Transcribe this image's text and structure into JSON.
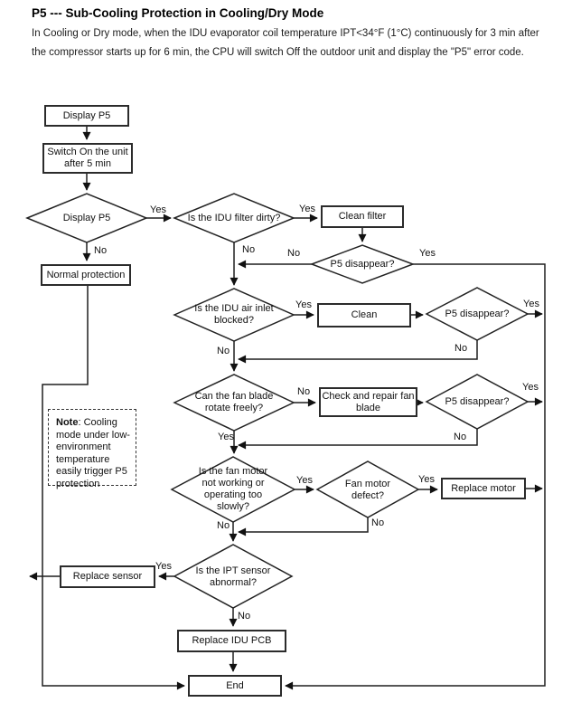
{
  "page": {
    "title": "P5 --- Sub-Cooling Protection in Cooling/Dry Mode",
    "description": [
      "In Cooling or Dry mode, when the IDU evaporator coil temperature IPT<34°F (1°C) continuously for 3 min after",
      "the compressor starts up for 6 min, the CPU will switch Off the outdoor unit and display the \"P5\" error code."
    ]
  },
  "flowchart": {
    "nodes": {
      "display_p5_start": "Display P5",
      "switch_on": "Switch On the unit after 5 min",
      "display_p5_decision": "Display P5",
      "normal_protection": "Normal protection",
      "filter_dirty": "Is the IDU filter dirty?",
      "clean_filter": "Clean filter",
      "p5_disappear_1": "P5 disappear?",
      "air_inlet": "Is the IDU air inlet blocked?",
      "clean": "Clean",
      "p5_disappear_2": "P5 disappear?",
      "fan_blade": "Can the fan blade rotate freely?",
      "check_repair": "Check and repair fan blade",
      "p5_disappear_3": "P5 disappear?",
      "fan_motor": "Is the fan motor not working or operating too slowly?",
      "fan_motor_defect": "Fan motor defect?",
      "replace_motor": "Replace motor",
      "ipt_sensor": "Is the IPT sensor abnormal?",
      "replace_sensor": "Replace sensor",
      "replace_pcb": "Replace IDU PCB",
      "end": "End"
    },
    "note": {
      "label": "Note",
      "text": ": Cooling mode under low-environment temperature easily trigger P5 protection"
    },
    "labels": {
      "yes": "Yes",
      "no": "No"
    }
  }
}
